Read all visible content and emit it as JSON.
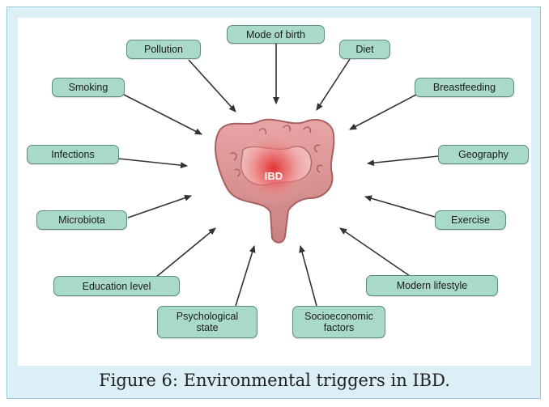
{
  "diagram": {
    "center_label": "IBD",
    "center_color": "#e03030",
    "label_fill": "#a9d9c9",
    "label_border": "#5d8c85",
    "arrow_color": "#333333",
    "labels": {
      "mode_of_birth": "Mode of birth",
      "pollution": "Pollution",
      "diet": "Diet",
      "smoking": "Smoking",
      "breastfeeding": "Breastfeeding",
      "infections": "Infections",
      "geography": "Geography",
      "microbiota": "Microbiota",
      "exercise": "Exercise",
      "education_level": "Education level",
      "modern_lifestyle": "Modern lifestyle",
      "psychological_state": "Psychological\nstate",
      "socioeconomic_factors": "Socioeconomic\nfactors"
    }
  },
  "caption": "Figure 6: Environmental triggers in IBD."
}
